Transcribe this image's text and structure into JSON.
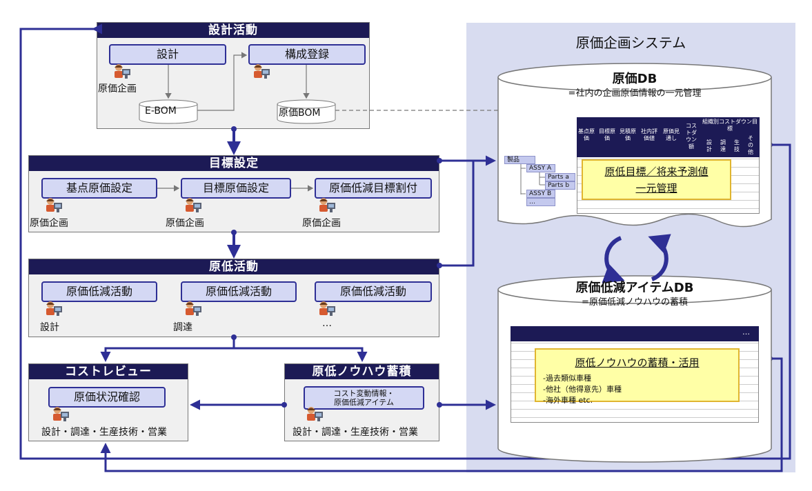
{
  "design_activity": {
    "title": "設計活動",
    "design": "設計",
    "config_reg": "構成登録",
    "role": "原価企画",
    "ebom": "E-BOM",
    "cost_bom": "原価BOM"
  },
  "target_setting": {
    "title": "目標設定",
    "steps": [
      "基点原価設定",
      "目標原価設定",
      "原価低減目標割付"
    ],
    "roles": [
      "原価企画",
      "原価企画",
      "原価企画"
    ]
  },
  "reduction_activity": {
    "title": "原低活動",
    "steps": [
      "原価低減活動",
      "原価低減活動",
      "原価低減活動"
    ],
    "roles": [
      "設計",
      "調達",
      "…"
    ]
  },
  "cost_review": {
    "title": "コストレビュー",
    "step": "原価状況確認",
    "roles": "設計・調達・生産技術・営業"
  },
  "knowhow": {
    "title": "原低ノウハウ蓄積",
    "step_line1": "コスト変動情報・",
    "step_line2": "原価低減アイテム",
    "roles": "設計・調達・生産技術・営業"
  },
  "system": {
    "title": "原価企画システム",
    "db1": {
      "title": "原価DB",
      "subtitle": "=社内の企画原価情報の一元管理",
      "columns": [
        "基点原価",
        "目標原価",
        "見積原価",
        "社内評価値",
        "原価見通し",
        "コストダウン額"
      ],
      "group_header": "組織別コストダウン目標",
      "group_columns": [
        "設計",
        "調達",
        "生技",
        "その他"
      ],
      "tree": [
        "製品",
        "ASSY A",
        "Parts a",
        "Parts b",
        "ASSY B",
        "…"
      ],
      "highlight_line1": "原低目標／将来予測値",
      "highlight_line2": "一元管理"
    },
    "db2": {
      "title": "原価低減アイテムDB",
      "subtitle": "=原価低減ノウハウの蓄積",
      "ellipsis": "…",
      "highlight_title": "原低ノウハウの蓄積・活用",
      "bullets": [
        "-過去類似車種",
        "-他社（他得意先）車種",
        "-海外車種 etc."
      ]
    }
  },
  "colors": {
    "navy": "#1c1a55",
    "blue": "#2e2f95",
    "pill": "#d4d8f4",
    "system_bg": "#d8dcf0",
    "yellow": "#ffffa6"
  }
}
